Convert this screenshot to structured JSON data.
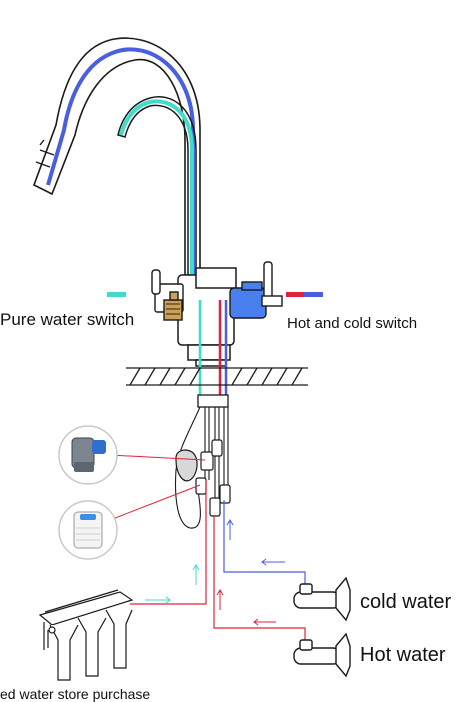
{
  "labels": {
    "pure_water_switch": "Pure water switch",
    "hot_and_cold_switch": "Hot and cold switch",
    "cold_water": "cold water",
    "hot_water": "Hot water",
    "footer": "ed water store purchase"
  },
  "colors": {
    "pure": "#3fdcc8",
    "cold": "#4a5ee0",
    "hot": "#e0223a",
    "outline": "#1a1a1a",
    "brass": "#c9a15a"
  }
}
